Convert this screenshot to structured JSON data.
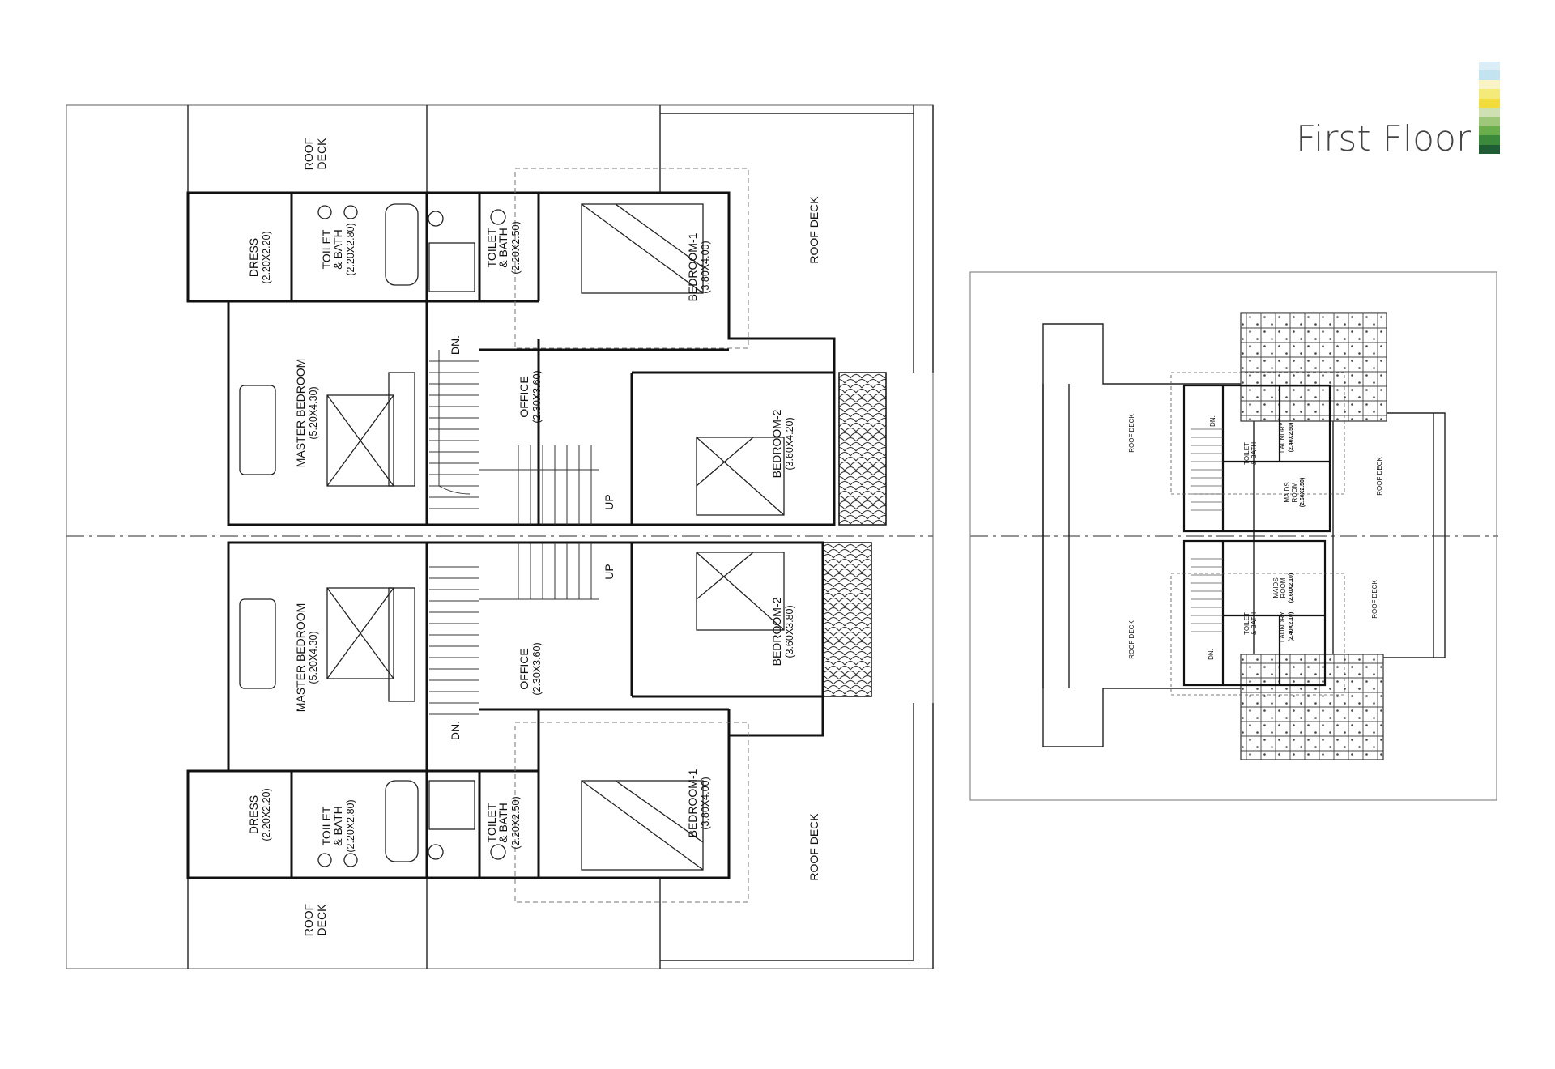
{
  "title": "First Floor",
  "swatch_colors": [
    "#dbeef8",
    "#c3e3f1",
    "#f8f4c5",
    "#f3ea7a",
    "#f2dc3c",
    "#cfe0b2",
    "#9fc77a",
    "#6aae4c",
    "#3b8a3c",
    "#1f5e34"
  ],
  "upper_unit": {
    "roof_deck_top": "ROOF\nDECK",
    "roof_deck_right": "ROOF DECK",
    "dress": {
      "name": "DRESS",
      "dim": "(2.20X2.20)"
    },
    "toilet_bath_1": {
      "name": "TOILET\n& BATH",
      "dim": "(2.20X2.80)"
    },
    "toilet_bath_2": {
      "name": "TOILET\n& BATH",
      "dim": "(2.20X2.50)"
    },
    "bedroom_1": {
      "name": "BEDROOM-1",
      "dim": "(3.80X4.00)"
    },
    "master_bedroom": {
      "name": "MASTER BEDROOM",
      "dim": "(5.20X4.30)"
    },
    "office": {
      "name": "OFFICE",
      "dim": "(2.30X3.60)"
    },
    "bedroom_2": {
      "name": "BEDROOM-2",
      "dim": "(3.60X4.20)"
    },
    "dn": "DN.",
    "up": "UP"
  },
  "lower_unit": {
    "roof_deck_bottom": "ROOF\nDECK",
    "roof_deck_right": "ROOF DECK",
    "dress": {
      "name": "DRESS",
      "dim": "(2.20X2.20)"
    },
    "toilet_bath_1": {
      "name": "TOILET\n& BATH",
      "dim": "(2.20X2.80)"
    },
    "toilet_bath_2": {
      "name": "TOILET\n& BATH",
      "dim": "(2.20X2.50)"
    },
    "bedroom_1": {
      "name": "BEDROOM-1",
      "dim": "(3.80X4.00)"
    },
    "master_bedroom": {
      "name": "MASTER BEDROOM",
      "dim": "(5.20X4.30)"
    },
    "office": {
      "name": "OFFICE",
      "dim": "(2.30X3.60)"
    },
    "bedroom_2": {
      "name": "BEDROOM-2",
      "dim": "(3.60X3.80)"
    },
    "dn": "DN.",
    "up": "UP"
  },
  "second_plan": {
    "roof_deck_left_top": "ROOF DECK",
    "roof_deck_left_bottom": "ROOF DECK",
    "roof_deck_right_top": "ROOF DECK",
    "roof_deck_right_bottom": "ROOF DECK",
    "laundry_top": {
      "name": "LAUNDRY",
      "dim": "(2.40X2.50)"
    },
    "maids_room_top": {
      "name": "MAIDS\nROOM",
      "dim": "(2.60X2.50)"
    },
    "toilet_top": "TOILET\n& BATH",
    "laundry_bottom": {
      "name": "LAUNDRY",
      "dim": "(2.40X2.10)"
    },
    "maids_room_bottom": {
      "name": "MAIDS\nROOM",
      "dim": "(2.60X2.10)"
    },
    "toilet_bottom": "TOILET\n& BATH",
    "dn_top": "DN.",
    "dn_bottom": "DN."
  }
}
